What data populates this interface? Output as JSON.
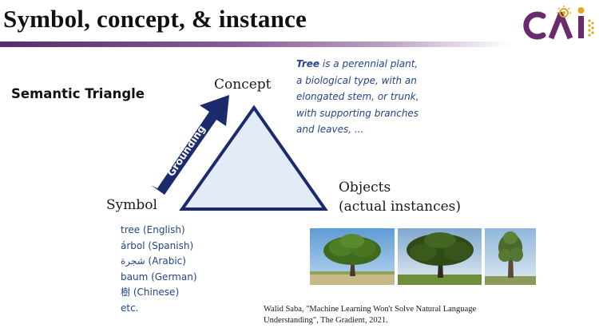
{
  "slide": {
    "title": "Symbol, concept, & instance",
    "subtitle": "Semantic Triangle",
    "logo_text": "CAI",
    "labels": {
      "concept": "Concept",
      "symbol": "Symbol",
      "objects_line1": "Objects",
      "objects_line2": "(actual instances)",
      "grounding": "Grounding"
    },
    "definition": {
      "term": "Tree",
      "line1_rest": " is a perennial plant,",
      "line2": "a biological type, with an",
      "line3": "elongated stem, or trunk,",
      "line4": "with supporting branches",
      "line5": "and leaves, ..."
    },
    "words": [
      "tree (English)",
      "árbol (Spanish)",
      "شجرة (Arabic)",
      "baum (German)",
      "樹 (Chinese)",
      "etc."
    ],
    "photos": [
      "oak-tree-photo",
      "wide-tree-photo",
      "tall-tree-photo"
    ],
    "citation": {
      "line1": "Walid Saba, \"Machine Learning Won't Solve Natural Language",
      "line2": "Understanding\", The Gradient, 2021."
    },
    "colors": {
      "title_bar": "#5b2a6e",
      "arrow": "#1c2a6e",
      "triangle_fill": "#e3ebf6",
      "triangle_stroke": "#1c2a6e",
      "text_blue": "#23458a",
      "logo_purple": "#6b2a6e",
      "logo_gold": "#e0a820"
    }
  }
}
